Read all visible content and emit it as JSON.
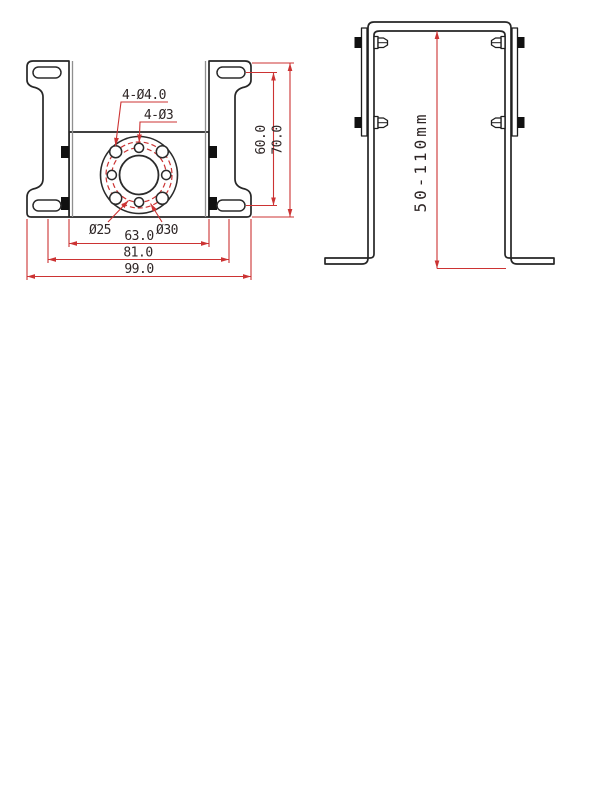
{
  "drawing": {
    "front_view": {
      "hole_labels": {
        "pattern_large": "4-Ø4.0",
        "pattern_small": "4-Ø3",
        "bolt_circle_inner": "Ø25",
        "bolt_circle_outer": "Ø30"
      },
      "h_dims": {
        "body": "63.0",
        "mid": "81.0",
        "overall": "99.0"
      },
      "v_dims": {
        "inner": "60.0",
        "outer": "70.0"
      }
    },
    "side_view": {
      "height_range": "50-110mm"
    },
    "colors": {
      "outline": "#262626",
      "secondary_edge": "#8f8f8f",
      "dimension": "#cc3333",
      "text": "#2e2626",
      "background": "#ffffff"
    }
  }
}
